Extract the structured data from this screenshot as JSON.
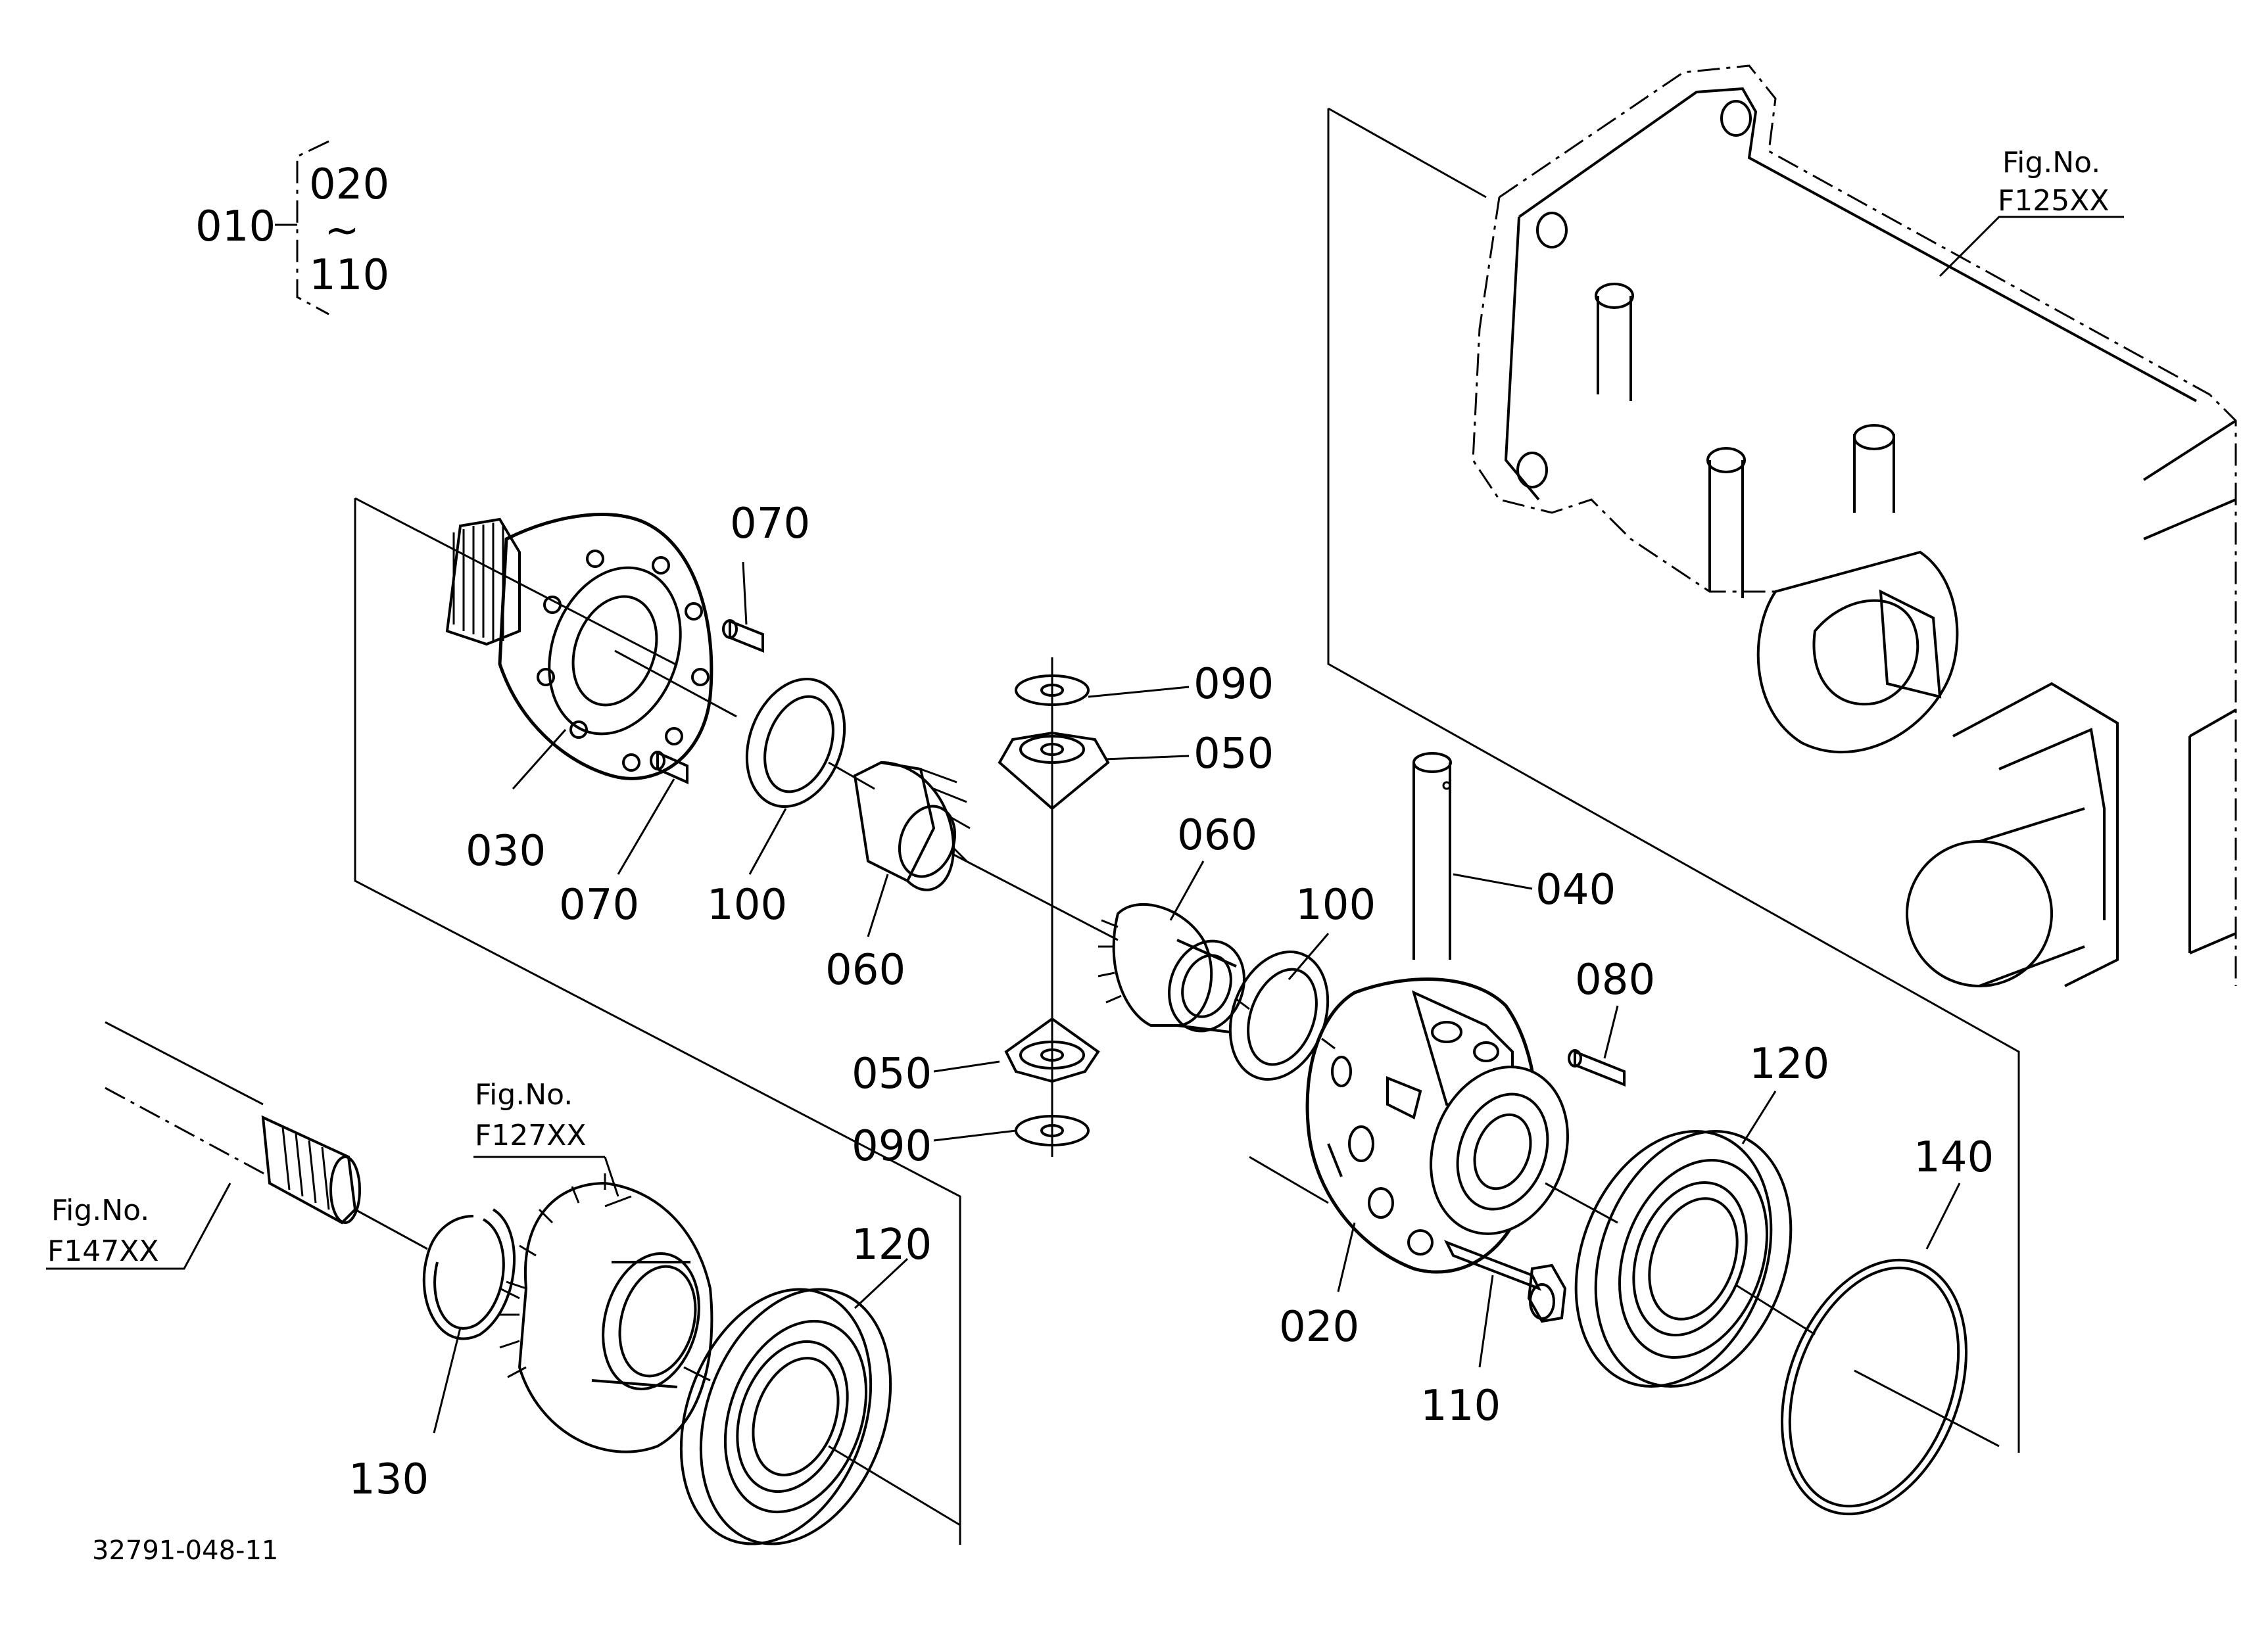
{
  "labels": {
    "p010": "010",
    "p020_range_top": "020",
    "tilde": "~",
    "p110_range_bottom": "110",
    "p070_top": "070",
    "p070_bottom": "070",
    "p030": "030",
    "p100_left": "100",
    "p060_left": "060",
    "p060_right": "060",
    "p090_top": "090",
    "p090_bottom": "090",
    "p050_top": "050",
    "p050_bottom": "050",
    "p040": "040",
    "p100_right": "100",
    "p080": "080",
    "p120_right": "120",
    "p140": "140",
    "p020": "020",
    "p110": "110",
    "p120_left": "120",
    "p130": "130"
  },
  "fig_refs": {
    "f125_title": "Fig.No.",
    "f125_code": "F125XX",
    "f127_title": "Fig.No.",
    "f127_code": "F127XX",
    "f147_title": "Fig.No.",
    "f147_code": "F147XX"
  },
  "drawing_code": "32791-048-11"
}
